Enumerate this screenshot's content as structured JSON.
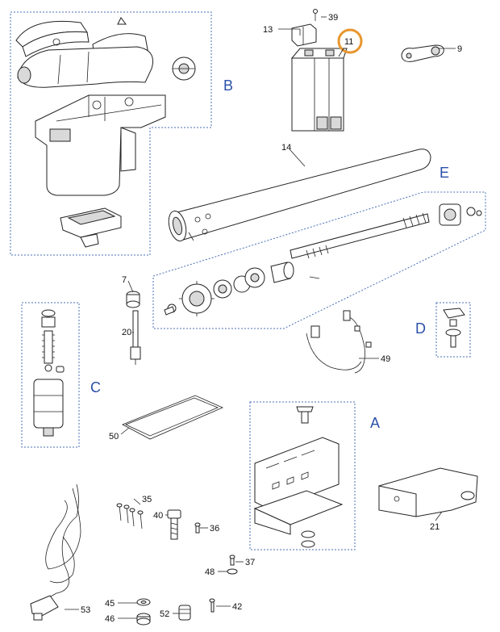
{
  "groups": {
    "a": "A",
    "b": "B",
    "c": "C",
    "d": "D",
    "e": "E"
  },
  "parts": {
    "p9": "9",
    "p7": "7",
    "p11": "11",
    "p13": "13",
    "p14": "14",
    "p20": "20",
    "p21": "21",
    "p35": "35",
    "p36": "36",
    "p37": "37",
    "p39": "39",
    "p40": "40",
    "p42": "42",
    "p45": "45",
    "p46": "46",
    "p48": "48",
    "p49": "49",
    "p50": "50",
    "p52": "52",
    "p53": "53"
  },
  "highlight": {
    "part": "11",
    "color": "#e8962e"
  },
  "colors": {
    "group_label": "#2b50a8",
    "group_border": "#4a6fb5"
  }
}
